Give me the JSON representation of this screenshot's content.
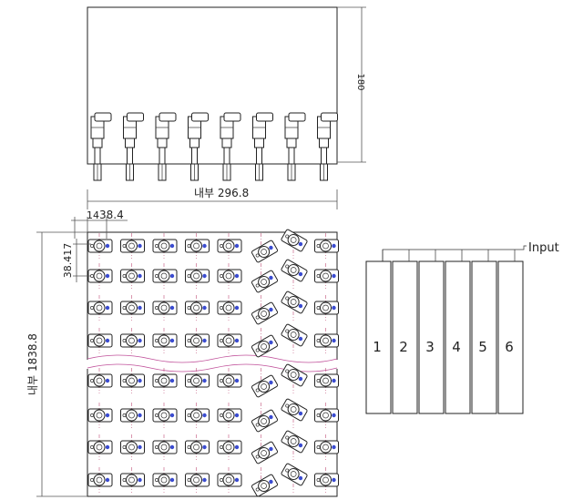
{
  "drawing": {
    "top_view": {
      "width_label": "내부  296.8",
      "height_label": "180",
      "connector_count": 8
    },
    "front_view": {
      "offset_x_label": "14",
      "pitch_x_label": "38.4",
      "pitch_y_label": "38.417",
      "height_label": "내부  1838.8",
      "columns": 8,
      "rows_upper": 4,
      "rows_lower": 4
    },
    "manifold": {
      "input_label": "Input",
      "channels": [
        "1",
        "2",
        "3",
        "4",
        "5",
        "6"
      ]
    }
  },
  "colors": {
    "line": "#222222",
    "dimension": "#555555",
    "center_line": "#c0507a",
    "port_dot": "#3a4bd0"
  }
}
